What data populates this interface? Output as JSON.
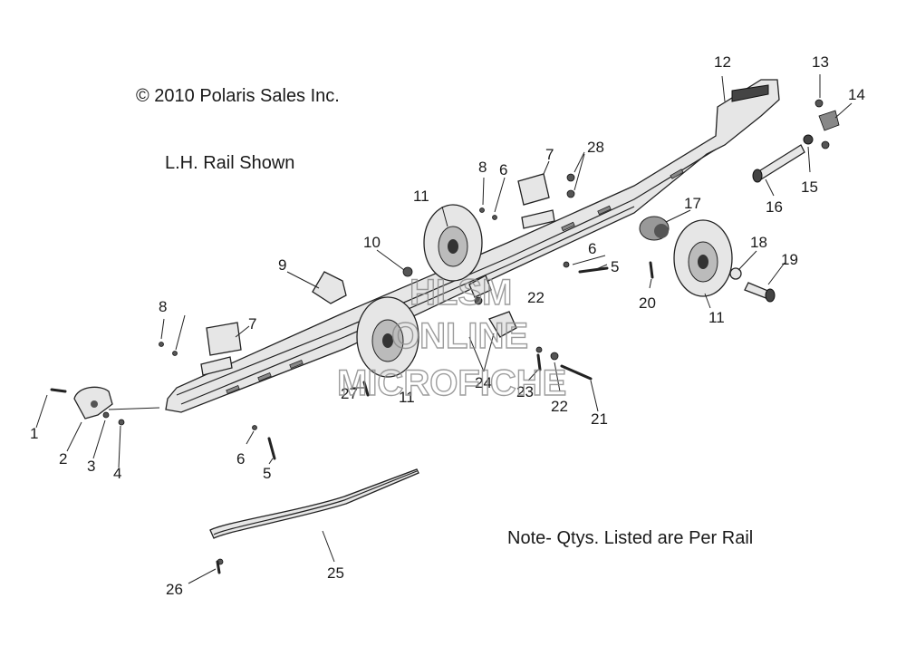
{
  "copyright": "© 2010 Polaris Sales Inc.",
  "rail_note": "L.H. Rail Shown",
  "qty_note": "Note- Qtys. Listed are Per Rail",
  "watermark": [
    "HLSM",
    "ONLINE",
    "MICROFICHE"
  ],
  "callouts": [
    "1",
    "2",
    "3",
    "4",
    "5",
    "5",
    "6",
    "6",
    "6",
    "7",
    "7",
    "8",
    "8",
    "9",
    "10",
    "11",
    "11",
    "11",
    "12",
    "13",
    "14",
    "15",
    "16",
    "17",
    "18",
    "19",
    "20",
    "21",
    "22",
    "22",
    "23",
    "24",
    "25",
    "26",
    "27",
    "28"
  ]
}
